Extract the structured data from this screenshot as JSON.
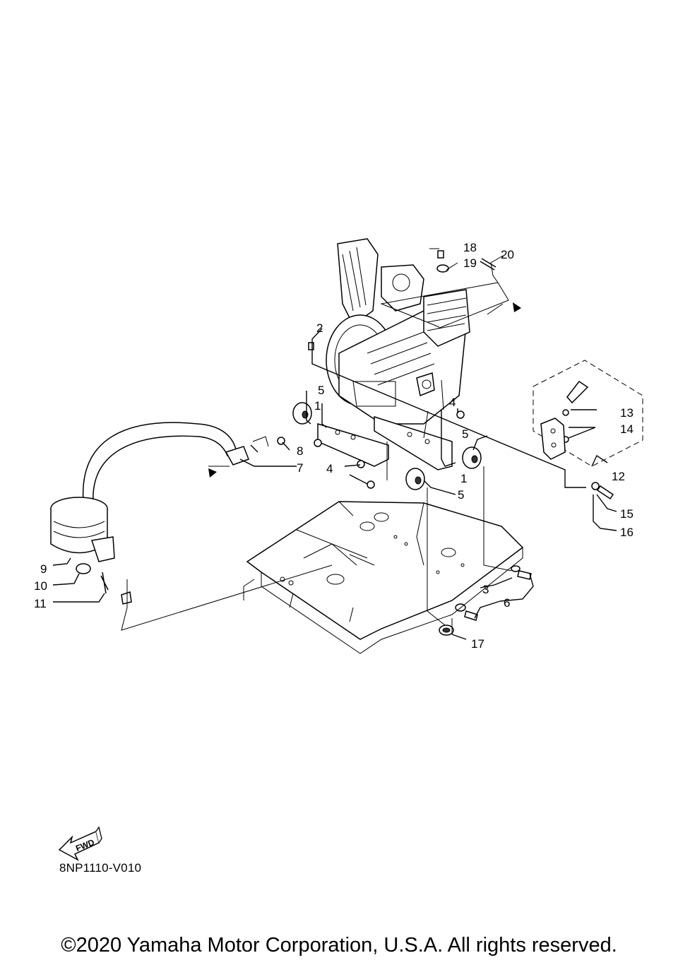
{
  "diagram": {
    "callouts": [
      "1",
      "1",
      "2",
      "3",
      "4",
      "4",
      "5",
      "5",
      "5",
      "6",
      "7",
      "8",
      "9",
      "10",
      "11",
      "12",
      "13",
      "14",
      "15",
      "16",
      "17",
      "18",
      "19",
      "20"
    ],
    "fwd_label": "FWD",
    "drawing_code": "8NP1110-V010"
  },
  "footer": {
    "copyright": "©2020 Yamaha Motor Corporation, U.S.A. All rights reserved."
  }
}
